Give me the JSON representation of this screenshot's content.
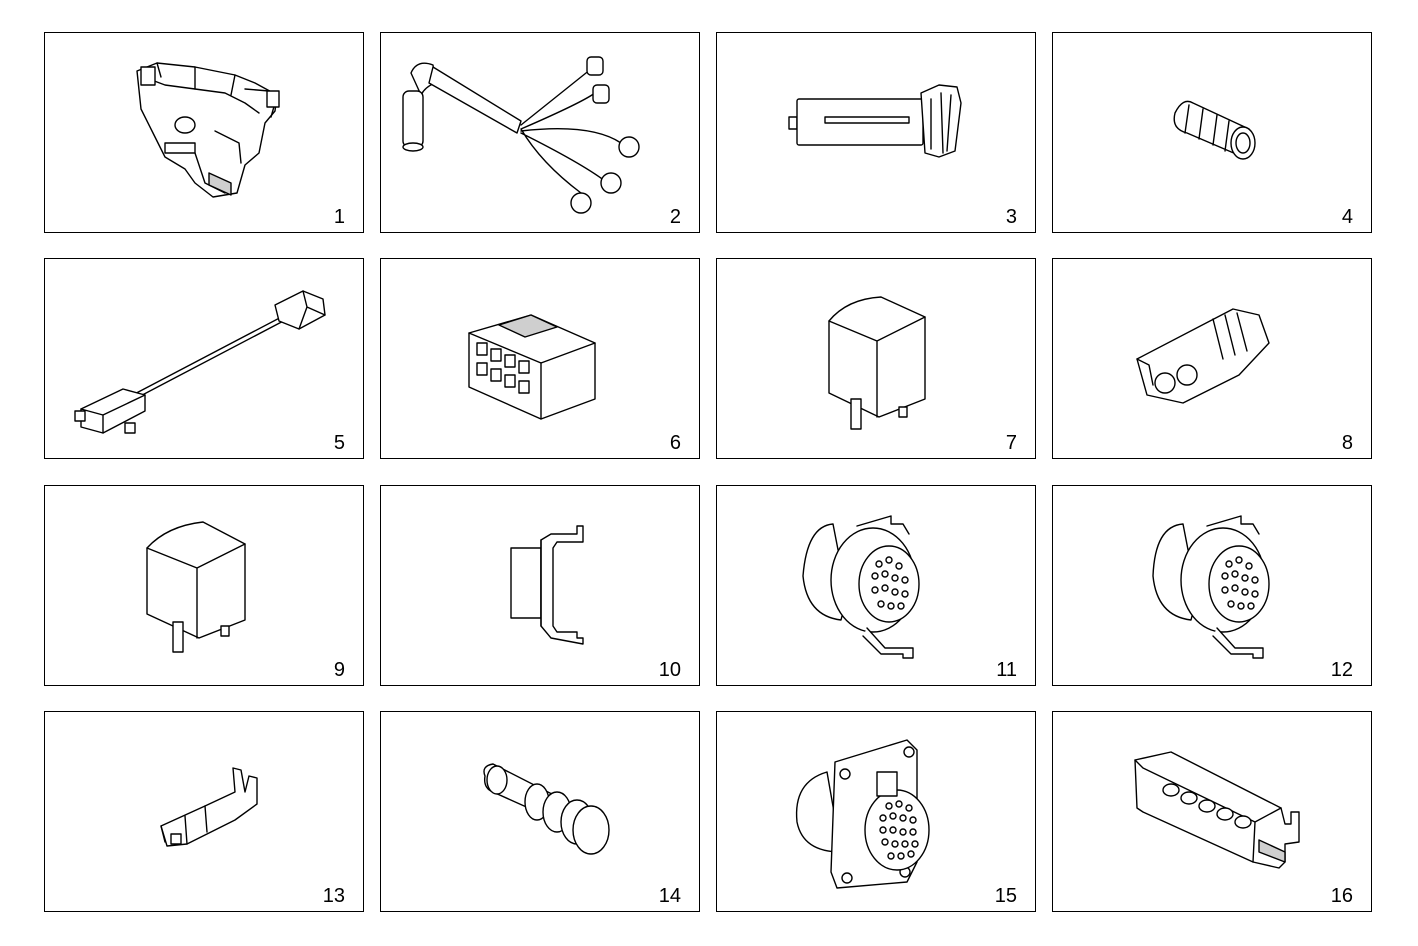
{
  "items": [
    {
      "number": "1",
      "icon": "connector-housing-icon"
    },
    {
      "number": "2",
      "icon": "wiring-harness-icon"
    },
    {
      "number": "3",
      "icon": "sensor-plug-icon"
    },
    {
      "number": "4",
      "icon": "cable-seal-icon"
    },
    {
      "number": "5",
      "icon": "sensor-with-cable-icon"
    },
    {
      "number": "6",
      "icon": "multi-pin-connector-icon"
    },
    {
      "number": "7",
      "icon": "relay-icon"
    },
    {
      "number": "8",
      "icon": "two-pole-connector-icon"
    },
    {
      "number": "9",
      "icon": "relay-icon"
    },
    {
      "number": "10",
      "icon": "socket-connector-icon"
    },
    {
      "number": "11",
      "icon": "round-connector-icon"
    },
    {
      "number": "12",
      "icon": "round-connector-icon"
    },
    {
      "number": "13",
      "icon": "terminal-icon"
    },
    {
      "number": "14",
      "icon": "plug-seal-icon"
    },
    {
      "number": "15",
      "icon": "flange-connector-icon"
    },
    {
      "number": "16",
      "icon": "terminal-block-icon"
    }
  ]
}
